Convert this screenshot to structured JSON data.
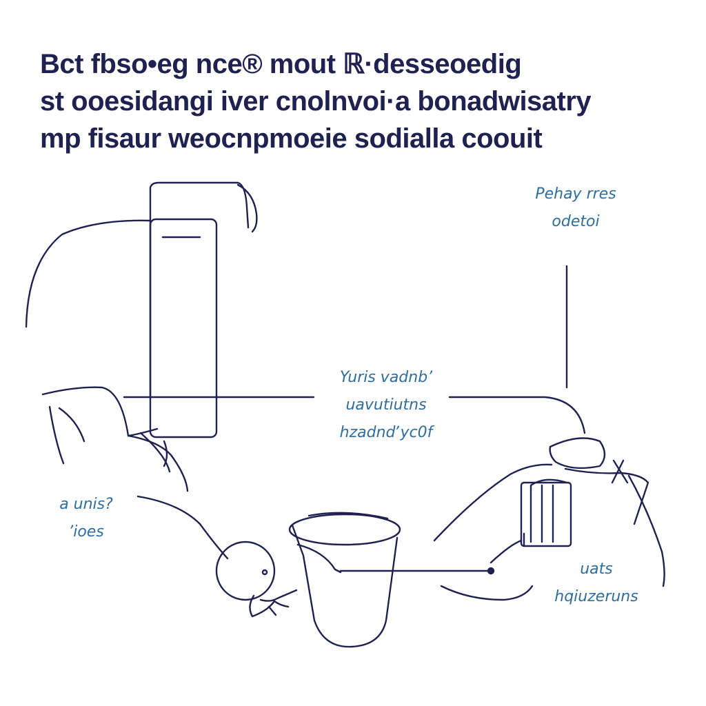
{
  "heading": {
    "line1": "Bct fbso•eg nce® mout ℝ·desseoedig",
    "line2": "st ooesidangi iver cnolnvoi·a bonadwisatry",
    "line3": "mp fisaur weocnpmoeie sodialla coouit"
  },
  "callouts": {
    "top_right": {
      "line1": "Pehay rres",
      "line2": "odetoi"
    },
    "center": {
      "line1": "Yuris vadnb’",
      "line2": "uavutiutns",
      "line3": "hzadndʼyc0f"
    },
    "left": {
      "line1": "a unis?",
      "line2": "’ioes"
    },
    "bottom_right": {
      "line1": "uats",
      "line2": "hqiuzeruns"
    }
  },
  "colors": {
    "ink": "#1f2150",
    "annotation": "#2f6d9c",
    "background": "#ffffff"
  }
}
